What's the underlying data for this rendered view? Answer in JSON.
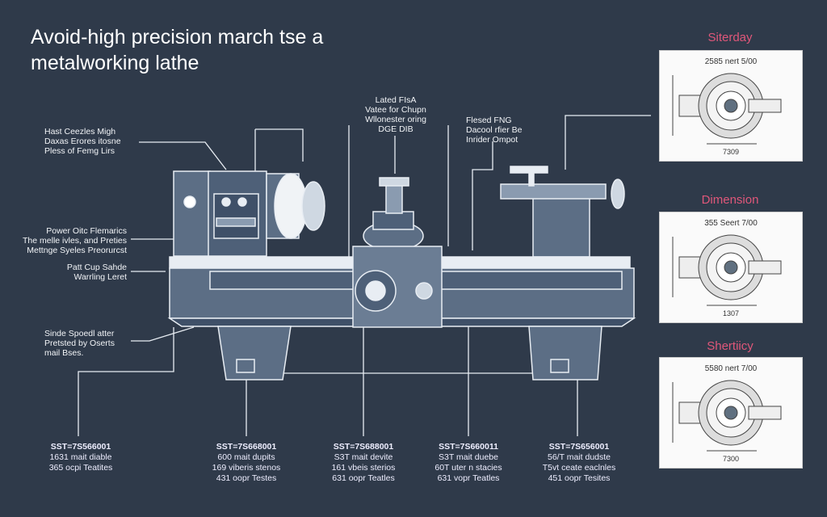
{
  "title": {
    "line1": "Avoid-high precision march tse a",
    "line2": "metalworking lathe"
  },
  "left_labels": [
    {
      "lines": [
        "Hast Ceezles Migh",
        "Daxas  Erores itosne",
        "Pless of Femg Lirs"
      ]
    },
    {
      "lines": [
        "Power Oitc Flemarics",
        "The melle ivles, and Preties",
        "Mettnge Syeles Preorurcst"
      ]
    },
    {
      "lines": [
        "Patt Cup Sahde",
        "Warrling Leret"
      ]
    },
    {
      "lines": [
        "Sinde Spoedl atter",
        "Pretsted by Oserts",
        "mail Bses."
      ]
    }
  ],
  "top_labels": [
    {
      "lines": [
        "Lated FIsA",
        "Vatee for Chupn",
        "Wllonester oring",
        "DGE DIB"
      ]
    },
    {
      "lines": [
        "Flesed FNG",
        "Dacool rfier Be",
        "Inrider Ompot"
      ]
    }
  ],
  "bottom_labels": [
    {
      "code": "SST=7S566001",
      "l2": "1631 mait diable",
      "l3": "365 ocpi Teatites",
      "l4": ""
    },
    {
      "code": "SST=7S668001",
      "l2": "600 mait dupits",
      "l3": "169 viberis stenos",
      "l4": "431 oopr Testes"
    },
    {
      "code": "SST=7S688001",
      "l2": "S3T mait devite",
      "l3": "161 vbeis sterios",
      "l4": "631 oopr Teatles"
    },
    {
      "code": "SST=7S660011",
      "l2": "S3T mait duebe",
      "l3": "60T uter n stacies",
      "l4": "631 vopr Teatles"
    },
    {
      "code": "SST=7S656001",
      "l2": "56/T mait dudste",
      "l3": "T5vt ceate eaclnles",
      "l4": "451 oopr Tesites"
    }
  ],
  "panels": [
    {
      "heading": "Siterday",
      "caption": "2585 nert 5/00",
      "dim": "7309"
    },
    {
      "heading": "Dimension",
      "caption": "355 Seert 7/00",
      "dim": "1307"
    },
    {
      "heading": "Shertiicy",
      "caption": "5580 nert 7/00",
      "dim": "7300"
    }
  ],
  "colors": {
    "background": "#2f3a4a",
    "accent": "#e0577a",
    "machine": "#6b7d94",
    "outline": "#e8edf3"
  }
}
